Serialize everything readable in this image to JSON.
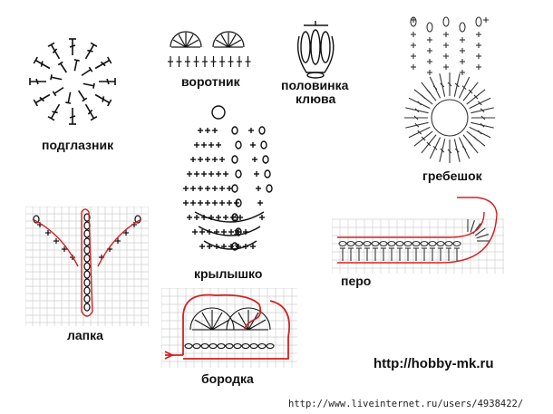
{
  "diagrams": {
    "podglaznik": {
      "label": "подглазник"
    },
    "vorotnik": {
      "label": "воротник"
    },
    "polovinka": {
      "label_line1": "половинка",
      "label_line2": "клюва"
    },
    "grebeshok": {
      "label": "гребешок"
    },
    "krylyshko": {
      "label": "крылышко",
      "marks": [
        "3",
        "3",
        "3"
      ]
    },
    "lapka": {
      "label": "лапка"
    },
    "pero": {
      "label": "перо"
    },
    "borodka": {
      "label": "бородка"
    }
  },
  "footer": {
    "site": "http://hobby-mk.ru",
    "source_url": "http://www.liveinternet.ru/users/4938422/"
  },
  "colors": {
    "ink": "#111111",
    "guide_red": "#d42020",
    "grid": "#c8c8c8",
    "light_stitch": "#8a8a8a"
  }
}
